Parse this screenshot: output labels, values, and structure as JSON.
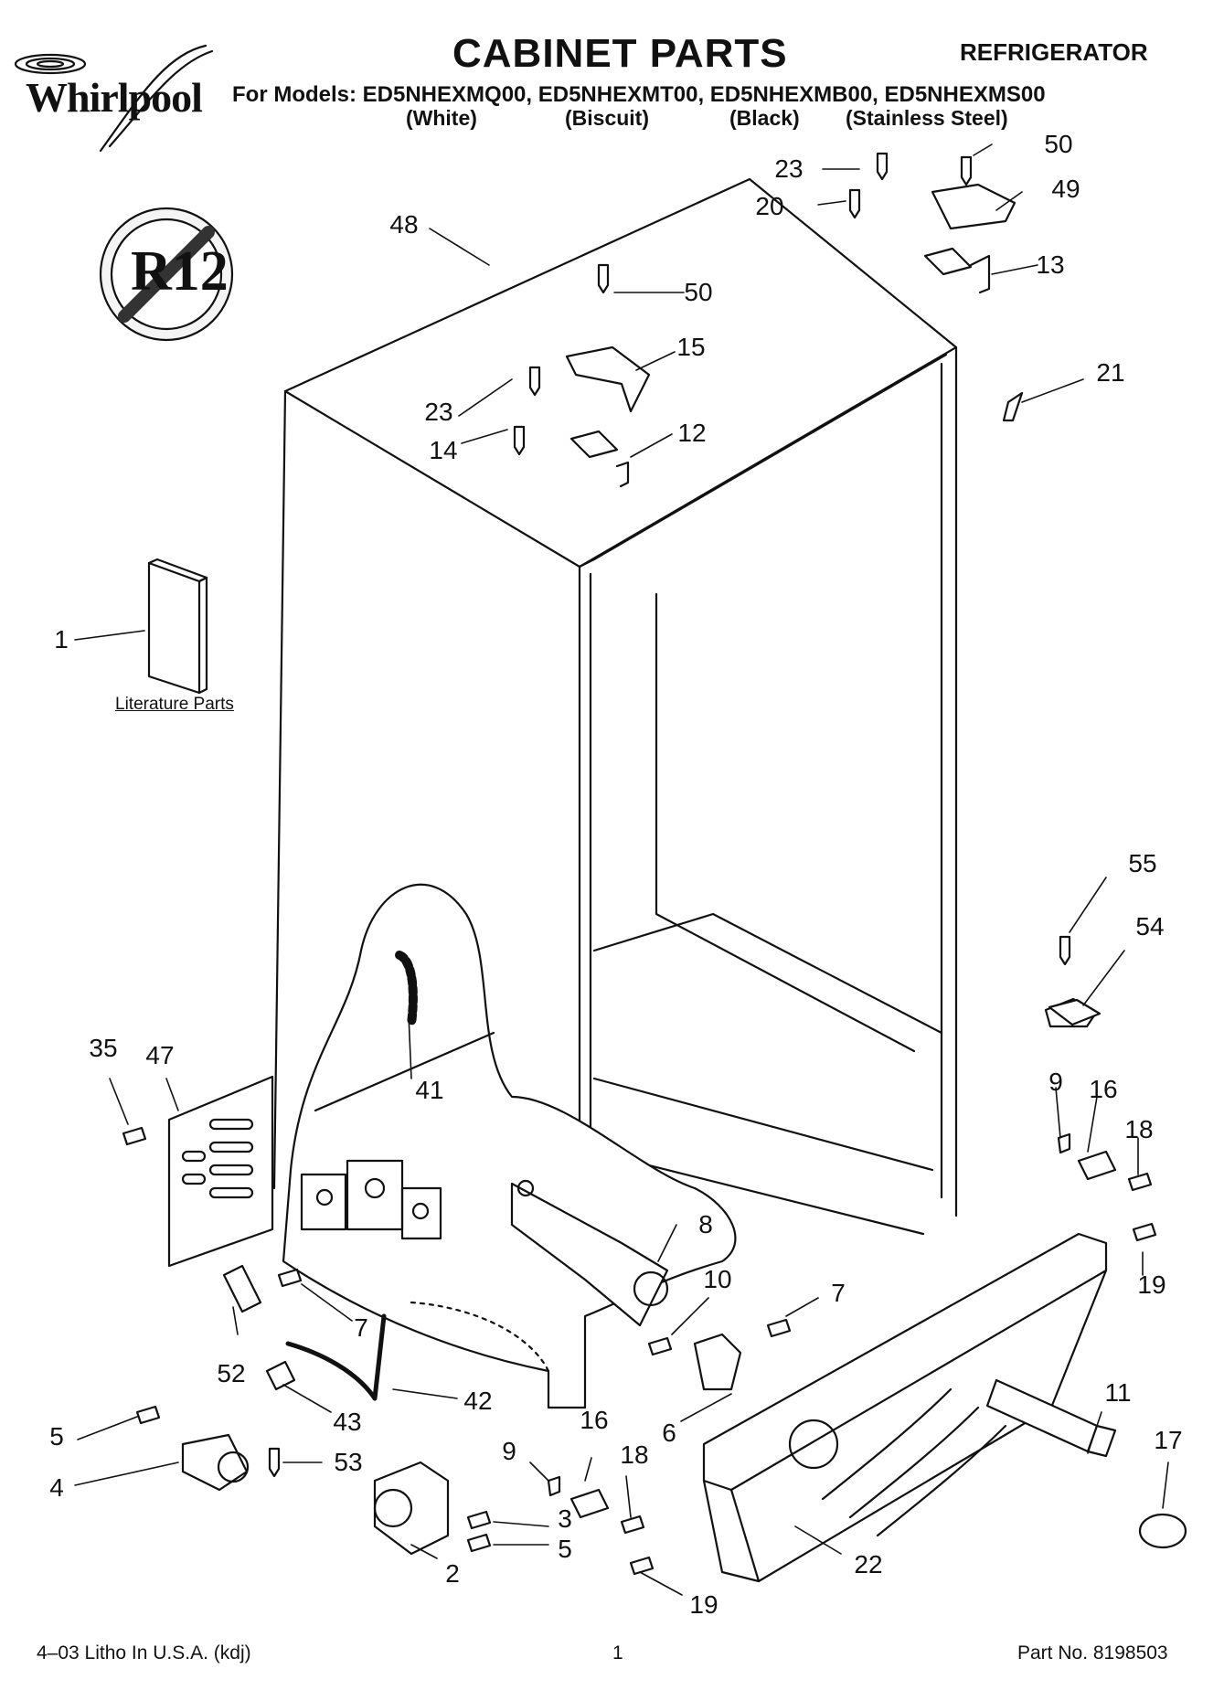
{
  "header": {
    "brand": "Whirlpool",
    "title": "CABINET PARTS",
    "category": "REFRIGERATOR",
    "models_line": "For Models: ED5NHEXMQ00, ED5NHEXMT00, ED5NHEXMB00, ED5NHEXMS00",
    "variants": [
      "(White)",
      "(Biscuit)",
      "(Black)",
      "(Stainless Steel)"
    ]
  },
  "badge": {
    "text": "R12"
  },
  "literature_label": "Literature Parts",
  "callouts": [
    "1",
    "2",
    "3",
    "4",
    "5",
    "5",
    "6",
    "7",
    "7",
    "8",
    "9",
    "9",
    "10",
    "11",
    "12",
    "13",
    "14",
    "15",
    "16",
    "16",
    "17",
    "18",
    "18",
    "19",
    "19",
    "20",
    "21",
    "22",
    "23",
    "23",
    "35",
    "41",
    "42",
    "43",
    "47",
    "48",
    "49",
    "50",
    "50",
    "52",
    "53",
    "54",
    "55"
  ],
  "footer": {
    "left": "4–03 Litho In U.S.A. (kdj)",
    "center": "1",
    "right": "Part No. 8198503"
  }
}
